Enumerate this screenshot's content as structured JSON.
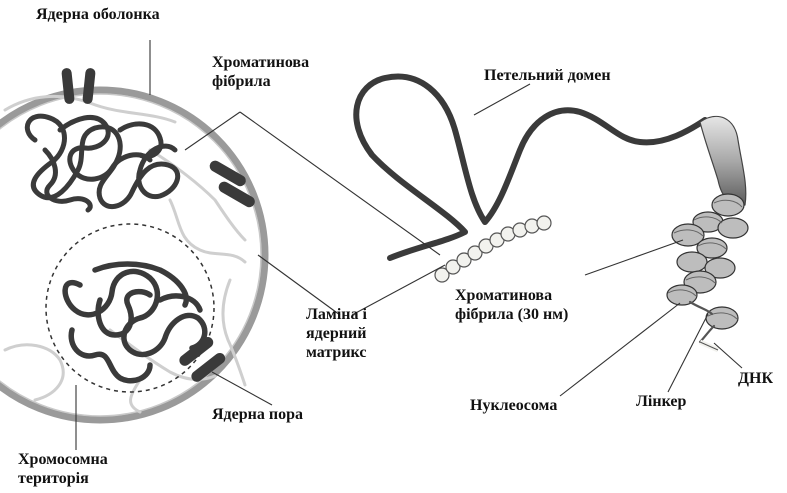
{
  "labels": {
    "nuclear_envelope": "Ядерна оболонка",
    "chromatin_fibril_top": "Хроматинова\nфібрила",
    "loop_domain": "Петельний домен",
    "lamina_matrix": "Ламіна і\nядерний\nматрикс",
    "chromatin_fibril_30nm": "Хроматинова\nфібрила (30 нм)",
    "nuclear_pore": "Ядерна пора",
    "chromosome_territory": "Хромосомна\nтериторія",
    "nucleosome": "Нуклеосома",
    "linker": "Лінкер",
    "dna": "ДНК"
  },
  "colors": {
    "envelope": "#9a9a9a",
    "pore": "#3a3a3a",
    "chromatin": "#3a3a3a",
    "lamina": "#cfcfcf",
    "bead": "#f2f2ee",
    "nucleosome": "#bdbdbd",
    "leader": "#333333"
  }
}
